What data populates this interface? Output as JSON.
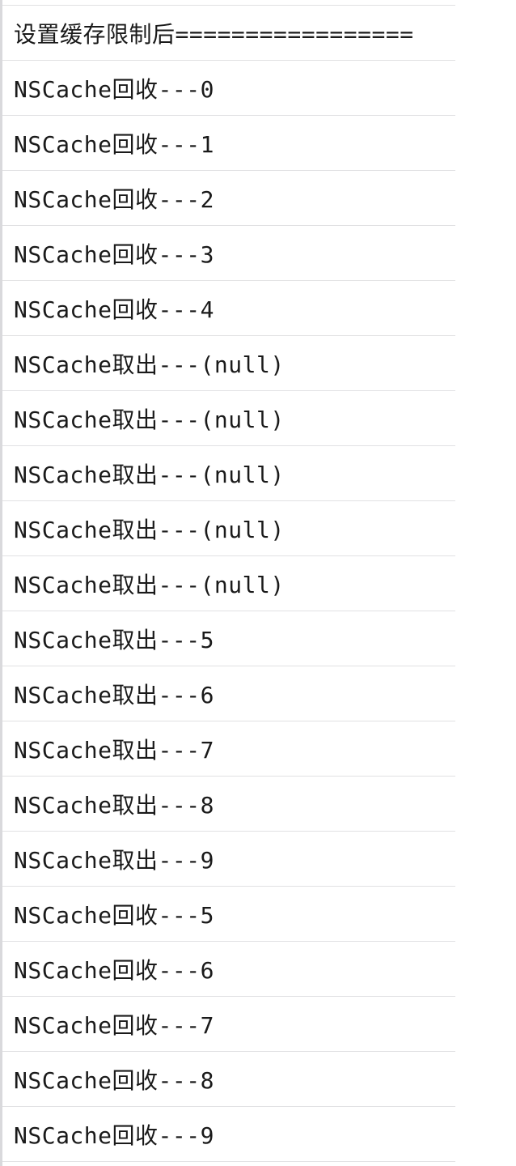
{
  "log_lines": [
    "设置缓存限制后=================",
    "NSCache回收---0",
    "NSCache回收---1",
    "NSCache回收---2",
    "NSCache回收---3",
    "NSCache回收---4",
    "NSCache取出---(null)",
    "NSCache取出---(null)",
    "NSCache取出---(null)",
    "NSCache取出---(null)",
    "NSCache取出---(null)",
    "NSCache取出---5",
    "NSCache取出---6",
    "NSCache取出---7",
    "NSCache取出---8",
    "NSCache取出---9",
    "NSCache回收---5",
    "NSCache回收---6",
    "NSCache回收---7",
    "NSCache回收---8",
    "NSCache回收---9"
  ]
}
